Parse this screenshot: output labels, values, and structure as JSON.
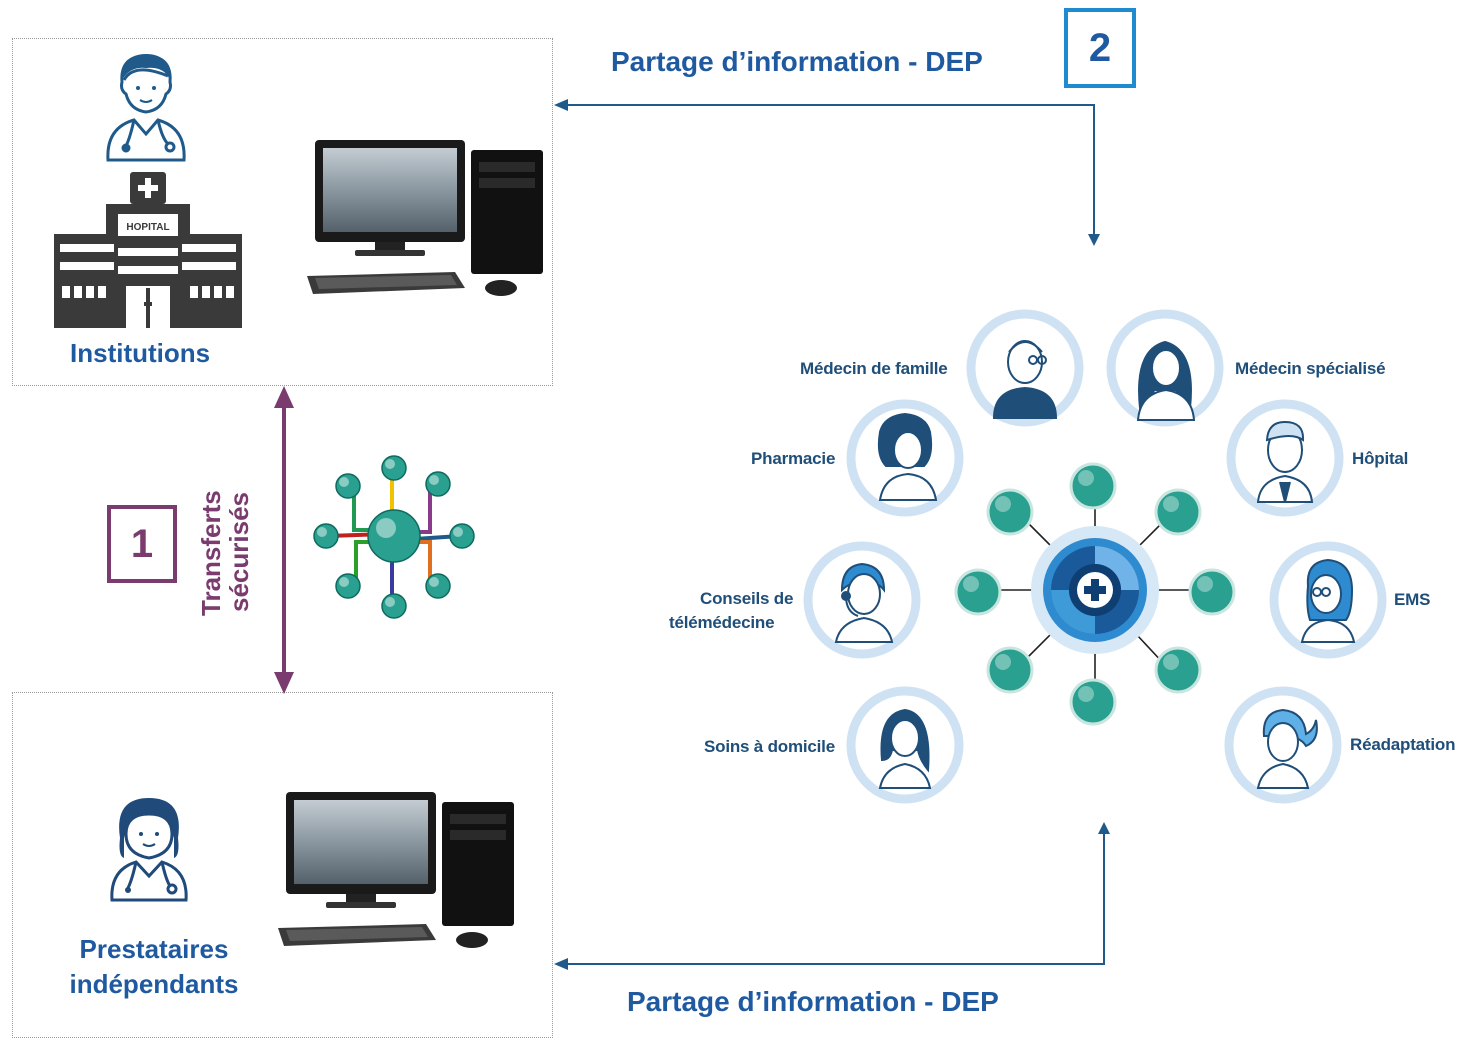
{
  "institutions": {
    "label": "Institutions",
    "building_sign": "HOPITAL"
  },
  "independents": {
    "label_line1": "Prestataires",
    "label_line2": "indépendants"
  },
  "transfer": {
    "line1": "Transferts",
    "line2": "sécurisés",
    "step_number": "1"
  },
  "sharing_top": {
    "label": "Partage d’information - DEP",
    "step_number": "2"
  },
  "sharing_bottom": {
    "label": "Partage d’information - DEP"
  },
  "network": {
    "nodes": [
      {
        "key": "medecin_famille",
        "label": "Médecin de famille"
      },
      {
        "key": "medecin_specialise",
        "label": "Médecin spécialisé"
      },
      {
        "key": "pharmacie",
        "label": "Pharmacie"
      },
      {
        "key": "hopital",
        "label": "Hôpital"
      },
      {
        "key": "conseils_line1",
        "label": "Conseils de"
      },
      {
        "key": "conseils_line2",
        "label": "télémédecine"
      },
      {
        "key": "ems",
        "label": "EMS"
      },
      {
        "key": "soins",
        "label": "Soins à domicile"
      },
      {
        "key": "readaptation",
        "label": "Réadaptation"
      }
    ]
  },
  "colors": {
    "blue": "#1f5aa0",
    "purple": "#7a3b6e",
    "teal": "#1a9a86",
    "light_blue": "#cfe2f3"
  }
}
